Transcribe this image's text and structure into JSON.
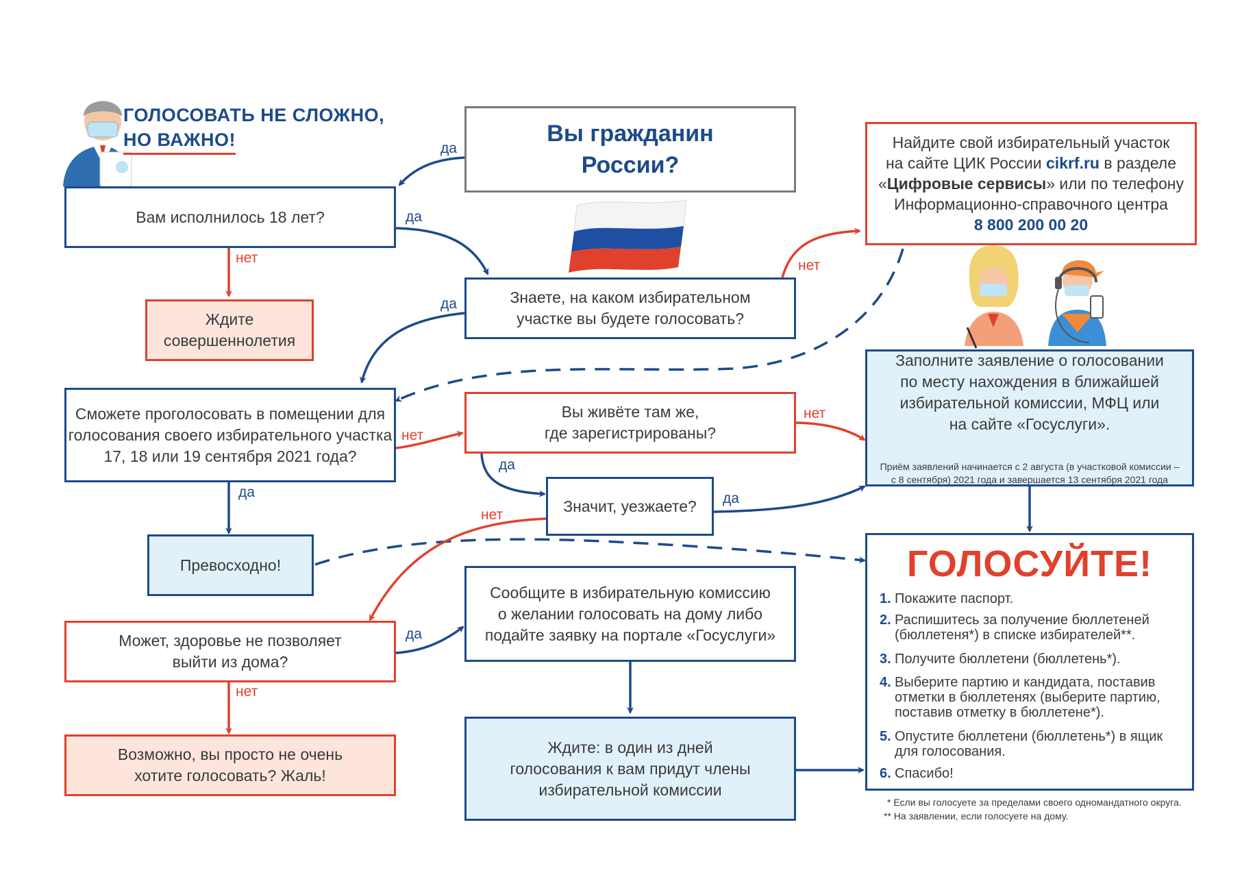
{
  "header": {
    "line1": "ГОЛОСОВАТЬ НЕ СЛОЖНО,",
    "line2": "НО ВАЖНО!"
  },
  "nodes": {
    "citizen": "Вы гражданин\nРоссии?",
    "age18": "Вам исполнилось 18 лет?",
    "wait_adult": "Ждите\nсовершеннолетия",
    "know_station": "Знаете, на каком избирательном\nучастке вы будете голосовать?",
    "find_station": {
      "part1": "Найдите свой избирательный участок\nна сайте ЦИК России ",
      "link": "cikrf.ru",
      "part2": " в разделе\n«",
      "bold": "Цифровые сервисы",
      "part3": "» или по телефону\nИнформационно-справочного центра",
      "phone": "8 800 200 00 20"
    },
    "can_vote": "Сможете проголосовать в помещении для\nголосования своего избирательного участка\n17, 18 или 19 сентября 2021 года?",
    "live_there": "Вы живёте там же,\nгде зарегистрированы?",
    "apply": "Заполните заявление о голосовании\nпо месту нахождения в ближайшей\nизбирательной комиссии, МФЦ или\nна сайте «Госуслуги».",
    "apply_note": "Приём заявлений начинается с 2 августа (в участковой комиссии –\nс 8 сентября) 2021 года и завершается 13 сентября 2021 года",
    "leaving": "Значит, уезжаете?",
    "excellent": "Превосходно!",
    "health": "Может, здоровье не позволяет\nвыйти из дома?",
    "notify": "Сообщите в избирательную комиссию\nо желании голосовать на дому либо\nподайте заявку на портале «Госуслуги»",
    "not_want": "Возможно, вы просто не очень\nхотите голосовать? Жаль!",
    "wait_home": "Ждите: в один из дней\nголосования к вам придут члены\nизбирательной комиссии"
  },
  "vote": {
    "title": "ГОЛОСУЙТЕ!",
    "steps": [
      {
        "num": "1.",
        "text": "Покажите паспорт."
      },
      {
        "num": "2.",
        "text": "Распишитесь за получение бюллетеней\n(бюллетеня*) в списке избирателей**."
      },
      {
        "num": "3.",
        "text": "Получите бюллетени (бюллетень*)."
      },
      {
        "num": "4.",
        "text": "Выберите партию и кандидата, поставив\nотметки в бюллетенях (выберите партию,\nпоставив отметку в бюллетене*)."
      },
      {
        "num": "5.",
        "text": "Опустите бюллетени (бюллетень*) в ящик\nдля голосования."
      },
      {
        "num": "6.",
        "text": "Спасибо!"
      }
    ],
    "footnote1": "* Если вы голосуете за пределами своего одномандатного округа.",
    "footnote2": "** На заявлении, если голосуете на дому."
  },
  "edge_labels": {
    "yes": "да",
    "no": "нет"
  },
  "colors": {
    "blue": "#1d4a8a",
    "red": "#e0412d",
    "light_blue_fill": "#e1f1fa",
    "pink_fill": "#fde5dc",
    "grey_border": "#7a7a7a"
  },
  "icons": [
    "official-figure-icon",
    "russian-flag-icon",
    "woman-operator-icon",
    "man-operator-icon"
  ]
}
